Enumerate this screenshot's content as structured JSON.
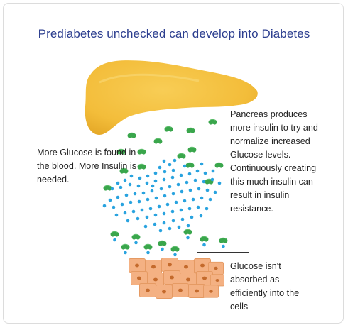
{
  "title": "Prediabetes unchecked can develop into Diabetes",
  "labels": {
    "left": "More Glucose is found in the blood. More Insulin is needed.",
    "right": "Pancreas produces more insulin to try and normalize increased Glucose levels. Continuously creating this much insulin can result in insulin resistance.",
    "bottom": "Glucose isn't absorbed as efficiently into the cells"
  },
  "colors": {
    "title": "#2c3e8f",
    "pancreas": "#f6c342",
    "insulin": "#3aa64c",
    "glucose": "#29a3df",
    "cells": "#f4b183"
  }
}
